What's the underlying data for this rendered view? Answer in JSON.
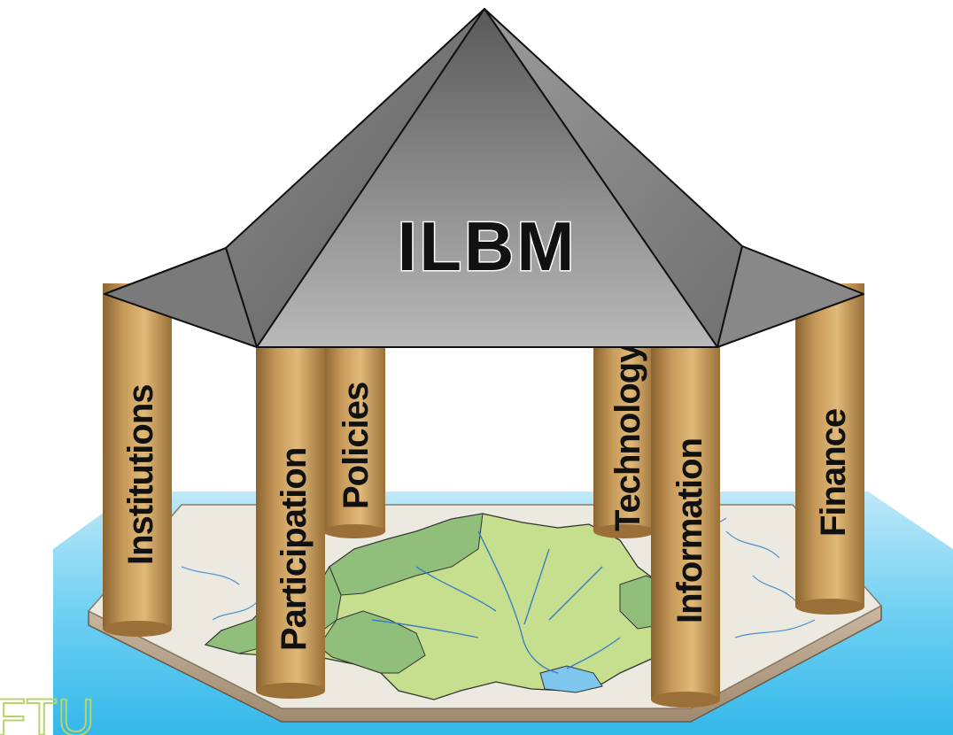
{
  "diagram": {
    "title": "ILBM",
    "pillars": [
      {
        "id": "institutions",
        "label": "Institutions"
      },
      {
        "id": "participation",
        "label": "Participation"
      },
      {
        "id": "policies",
        "label": "Policies"
      },
      {
        "id": "technology",
        "label": "Technology"
      },
      {
        "id": "information",
        "label": "Information"
      },
      {
        "id": "finance",
        "label": "Finance"
      }
    ],
    "logo_text": "FTU"
  },
  "colors": {
    "roof": "#6e6e6e",
    "pillar": "#c9a063",
    "water": "#4fc3ef",
    "land": "#c5df8f",
    "map_base": "#ece9e1",
    "logo": "#b7d46a"
  }
}
